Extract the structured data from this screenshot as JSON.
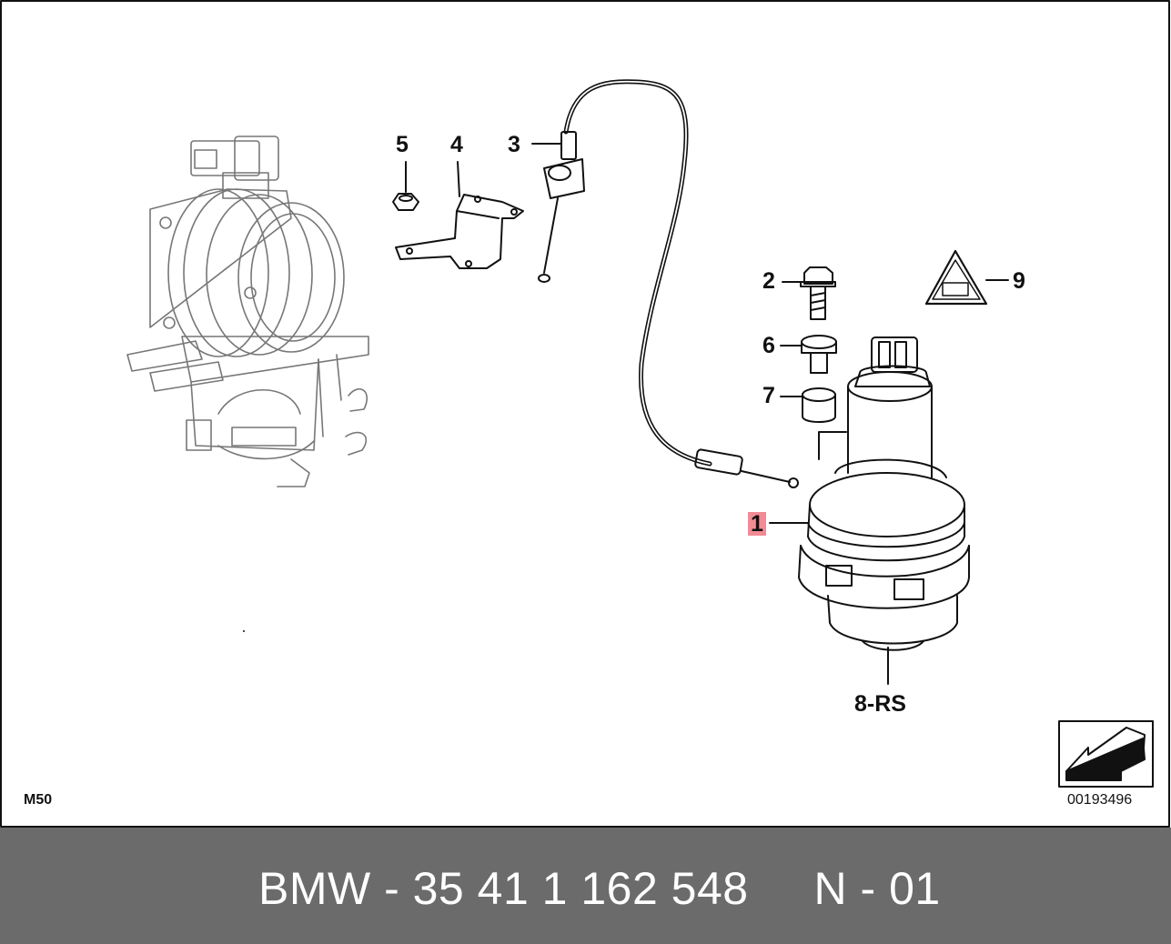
{
  "callouts": {
    "c1": "1",
    "c2": "2",
    "c3": "3",
    "c4": "4",
    "c5": "5",
    "c6": "6",
    "c7": "7",
    "c8": "8-RS",
    "c9": "9"
  },
  "engine_label": "M50",
  "diagram_number": "00193496",
  "footer": {
    "title": "BMW - 35 41 1 162 548     N - 01"
  },
  "colors": {
    "highlight": "#f28b95",
    "footer_bg": "#6b6b6b",
    "line": "#111111"
  }
}
